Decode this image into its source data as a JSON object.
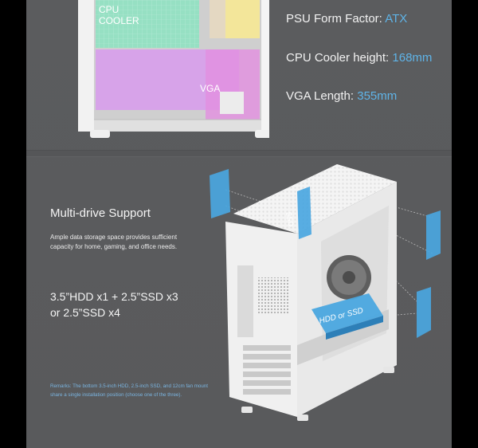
{
  "specs": [
    {
      "label": "PSU Form Factor: ",
      "value": "ATX"
    },
    {
      "label": "CPU Cooler height: ",
      "value": "168mm"
    },
    {
      "label": "VGA Length: ",
      "value": "355mm"
    }
  ],
  "case_top": {
    "cpu_label_1": "CPU",
    "cpu_label_2": "COOLER",
    "vga_label": "VGA"
  },
  "feature": {
    "title": "Multi-drive Support",
    "description": "Ample data storage space provides sufficient capacity for home, gaming, and office needs.",
    "capacity_line1": "3.5”HDD x1 + 2.5”SSD x3",
    "capacity_line2": "or 2.5”SSD x4",
    "remarks": "Remarks: The bottom 3.5-inch HDD, 2.5-inch SSD, and 12cm fan mount share a single installation position (choose one of the three)."
  },
  "drive_labels": {
    "ssd": "SSD",
    "hdd_or_ssd": "HDD or SSD"
  },
  "colors": {
    "accent": "#5fb4e8",
    "cpu_zone": "#7fd0b8",
    "vga_zone": "#d89be6",
    "psu_zone": "#f3e69a",
    "drive_blue": "#4aa6df"
  }
}
